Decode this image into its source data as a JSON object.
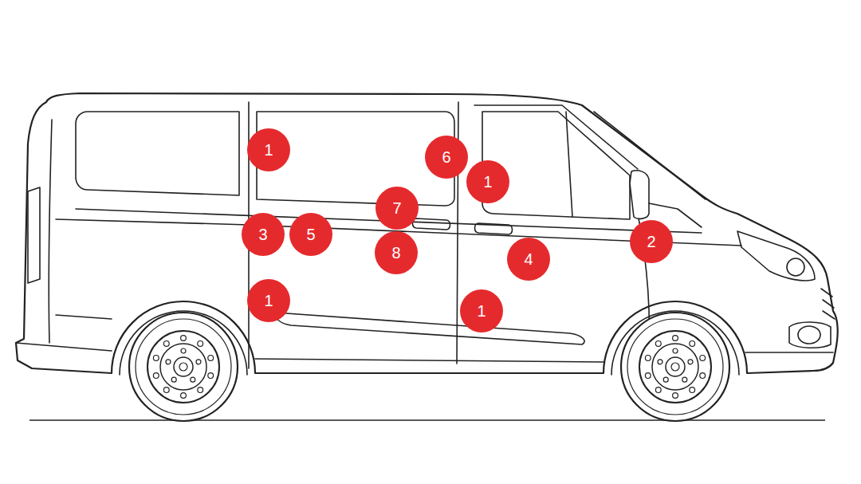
{
  "diagram": {
    "nodes": [
      {
        "text": [
          "1"
        ]
      },
      {
        "text": [
          "6"
        ]
      },
      {
        "text": [
          "1"
        ]
      },
      {
        "text": [
          "7"
        ]
      },
      {
        "text": [
          "3"
        ]
      },
      {
        "text": [
          "5"
        ]
      },
      {
        "text": [
          "2"
        ]
      },
      {
        "text": [
          "8"
        ]
      },
      {
        "text": [
          "4"
        ]
      },
      {
        "text": [
          "1"
        ]
      },
      {
        "text": [
          "1"
        ]
      }
    ]
  }
}
